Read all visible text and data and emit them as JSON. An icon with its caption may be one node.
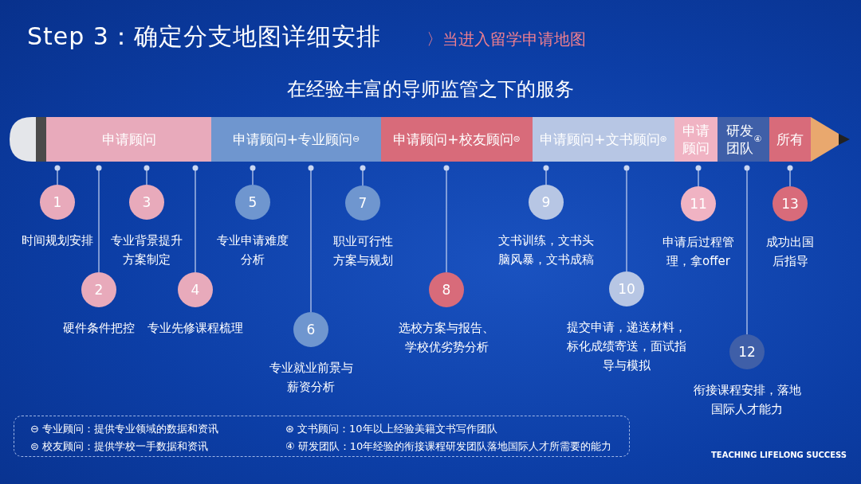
{
  "diagram": {
    "title": "Step 3：确定分支地图详细安排",
    "nodes": [
      {
        "text": [
          "申请顾问"
        ]
      },
      {
        "text": [
          "申请顾问+专业顾问$^{⊖}$"
        ]
      },
      {
        "text": [
          "申请顾问+校友顾问$^{⊜}$"
        ]
      },
      {
        "text": [
          "申请顾问+文书顾问$^{⊛}$"
        ]
      },
      {
        "text": [
          "申请顾问"
        ]
      },
      {
        "text": [
          "研发团队$^{④}$"
        ]
      },
      {
        "text": [
          "所有"
        ]
      },
      {
        "text": [
          "1",
          "时间规划安排"
        ]
      },
      {
        "text": [
          "2",
          "硬件条件把控"
        ]
      },
      {
        "text": [
          "3",
          "专业背景提升方案制定"
        ]
      },
      {
        "text": [
          "4",
          "专业先修课程梳理"
        ]
      },
      {
        "text": [
          "5",
          "专业申请难度分析"
        ]
      },
      {
        "text": [
          "6",
          "专业就业前景与薪资分析"
        ]
      },
      {
        "text": [
          "7",
          "职业可行性方案与规划"
        ]
      },
      {
        "text": [
          "8",
          "选校方案与报告、学校优劣势分析"
        ]
      },
      {
        "text": [
          "9",
          "文书训练，文书头脑风暴，文书成稿"
        ]
      },
      {
        "text": [
          "10",
          "提交申请，递送材料，标化成绩寄送，面试指导与模拟"
        ]
      },
      {
        "text": [
          "11",
          "申请后过程管理，拿offer"
        ]
      },
      {
        "text": [
          "12",
          "衔接课程安排，落地国际人才能力"
        ]
      },
      {
        "text": [
          "13",
          "成功出国后指导"
        ]
      },
      {
        "text": [
          "⊖ 专业顾问：提供专业领域的数据和资讯",
          "⊛ 文书顾问：10年以上经验美籍文书写作团队",
          "⊜ 校友顾问：提供学校一手数据和资讯",
          "④ 研发团队：10年经验的衔接课程研发团队落地国际人才所需要的能力"
        ]
      }
    ],
    "edges": [
      {
        "from": 0,
        "to": 7,
        "arrow": "other"
      },
      {
        "from": 0,
        "to": 8,
        "arrow": "other"
      },
      {
        "from": 0,
        "to": 9,
        "arrow": "other"
      },
      {
        "from": 0,
        "to": 10,
        "arrow": "other"
      },
      {
        "from": 1,
        "to": 11,
        "arrow": "other"
      },
      {
        "from": 1,
        "to": 12,
        "arrow": "other"
      },
      {
        "from": 1,
        "to": 13,
        "arrow": "other"
      },
      {
        "from": 2,
        "to": 14,
        "arrow": "other"
      },
      {
        "from": 3,
        "to": 15,
        "arrow": "other"
      },
      {
        "from": 3,
        "to": 16,
        "arrow": "other"
      },
      {
        "from": 4,
        "to": 17,
        "arrow": "other"
      },
      {
        "from": 5,
        "to": 18,
        "arrow": "other"
      },
      {
        "from": 6,
        "to": 19,
        "arrow": "other"
      }
    ],
    "labels": [
      "〉当进入留学申请地图",
      "在经验丰富的导师监管之下的服务",
      "TEACHING LIFELONG SUCCESS"
    ]
  }
}
